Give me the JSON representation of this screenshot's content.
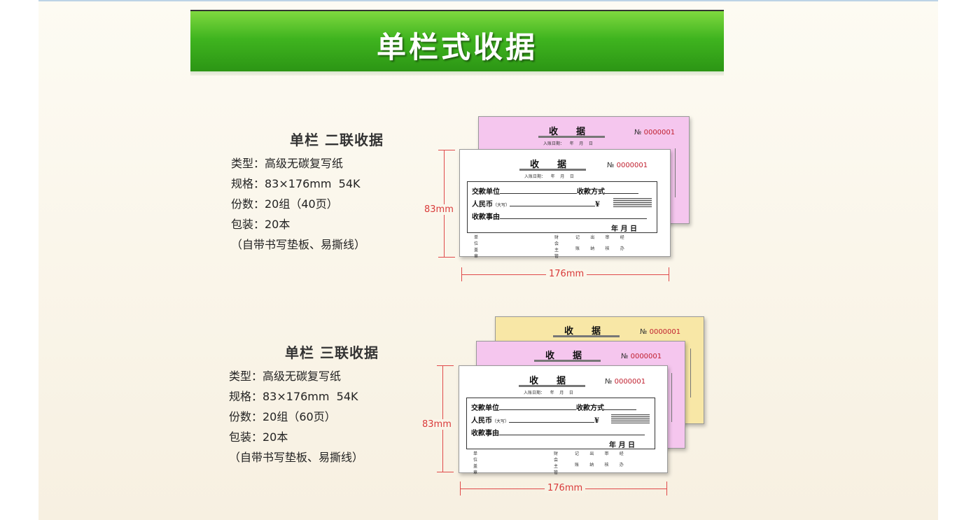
{
  "banner": {
    "title": "单栏式收据"
  },
  "product_two": {
    "heading": "单栏 二联收据",
    "type": "类型：高级无碳复写纸",
    "spec": "规格：83×176mm  54K",
    "count": "份数：20组（40页）",
    "pack": "包装：20本",
    "note": "（自带书写垫板、易撕线）"
  },
  "product_three": {
    "heading": "单栏 三联收据",
    "type": "类型：高级无碳复写纸",
    "spec": "规格：83×176mm  54K",
    "count": "份数：20组（60页）",
    "pack": "包装：20本",
    "note": "（自带书写垫板、易撕线）"
  },
  "receipt": {
    "title": "收据",
    "number_symbol": "№",
    "number": "0000001",
    "date": "入账日期：    年    月    日",
    "company": "交款单位",
    "pay_method": "收款方式",
    "rmb": "人民币",
    "rmb_note": "（大写）",
    "yen": "¥",
    "reason": "收款事由",
    "ymd": "年   月   日",
    "footer_left": "单\n位\n盖\n章",
    "footer_mid": "财\n会\n主\n管",
    "footer_items": "记        出        审        经\n\n账        纳        核        办"
  },
  "dimensions": {
    "height": "83mm",
    "width": "176mm"
  },
  "colors": {
    "pink": "#f5c6ee",
    "yellow": "#f8e7a6",
    "green": "#3fb41f",
    "dim": "#e04a4a"
  }
}
